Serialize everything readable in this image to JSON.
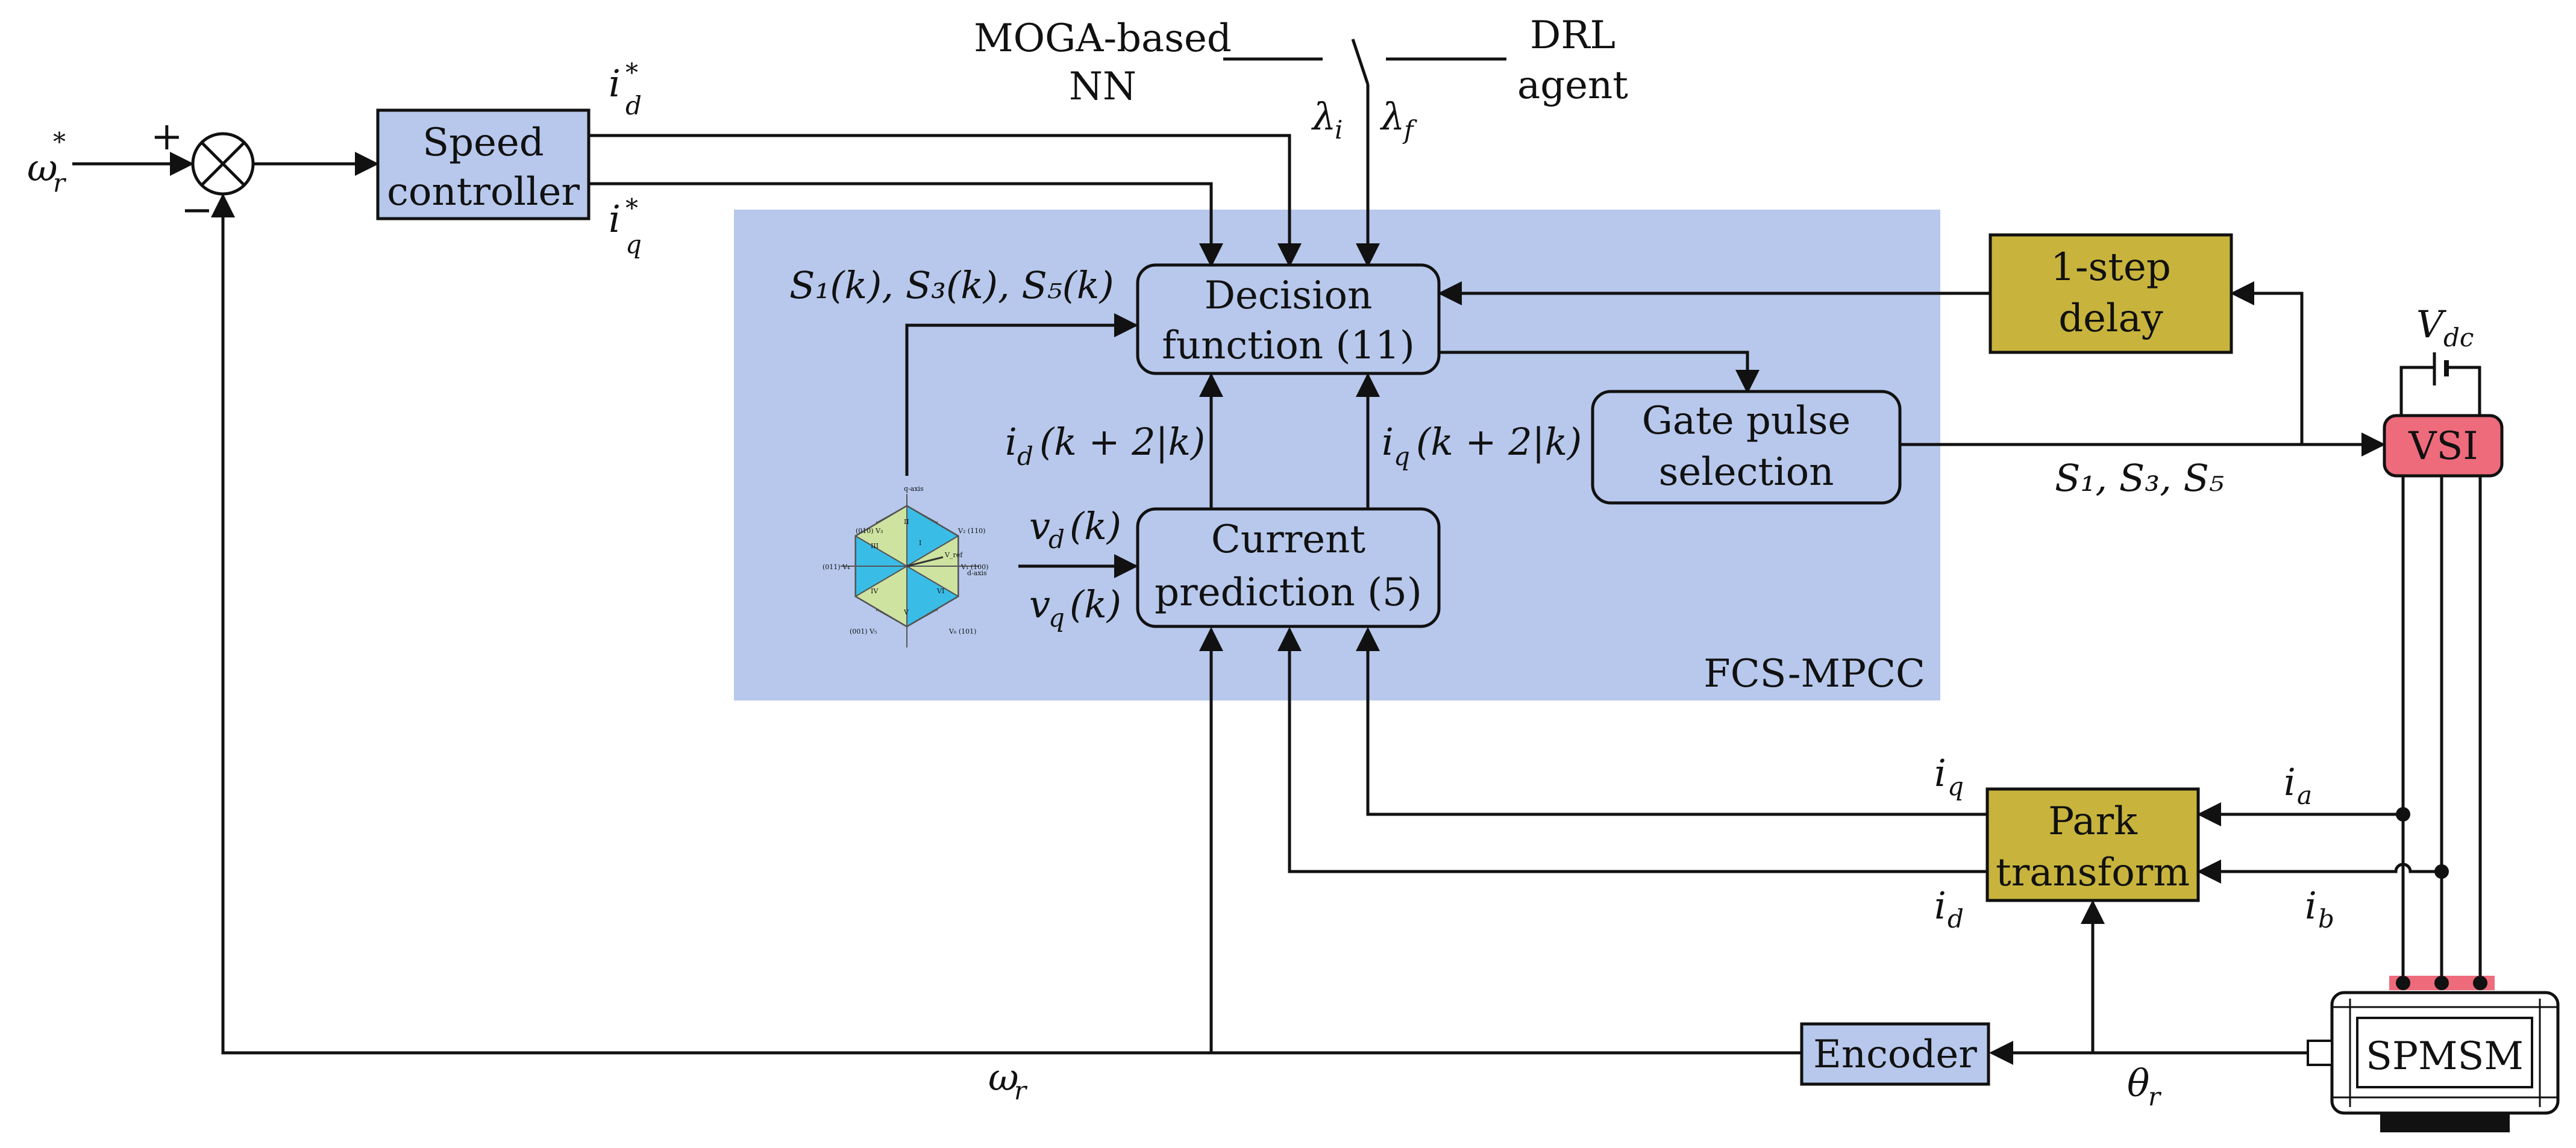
{
  "labels": {
    "omega_ref": "ω",
    "omega_ref_sup": "*",
    "omega_ref_sub": "r",
    "plus": "+",
    "minus": "−",
    "id_ref": "i",
    "id_ref_sup": "*",
    "id_ref_sub": "d",
    "iq_ref": "i",
    "iq_ref_sup": "*",
    "iq_ref_sub": "q",
    "moga_line1": "MOGA-based",
    "moga_line2": "NN",
    "drl_line1": "DRL",
    "drl_line2": "agent",
    "lambda_i": "λ",
    "lambda_i_sub": "i",
    "lambda_f": "λ",
    "lambda_f_sub": "f",
    "switch_states": "S₁(k), S₃(k), S₅(k)",
    "id_pred": "i",
    "id_pred_sub": "d",
    "id_pred_rest": "(k + 2|k)",
    "iq_pred": "i",
    "iq_pred_sub": "q",
    "iq_pred_rest": "(k + 2|k)",
    "vd": "v",
    "vd_sub": "d",
    "vd_rest": "(k)",
    "vq": "v",
    "vq_sub": "q",
    "vq_rest": "(k)",
    "gate_out": "S₁, S₃, S₅",
    "vdc": "V",
    "vdc_sub": "dc",
    "fcs_mpcc": "FCS-MPCC",
    "iq_fb": "i",
    "iq_fb_sub": "q",
    "id_fb": "i",
    "id_fb_sub": "d",
    "ia": "i",
    "ia_sub": "a",
    "ib": "i",
    "ib_sub": "b",
    "omega_r": "ω",
    "omega_r_sub": "r",
    "theta_r": "θ",
    "theta_r_sub": "r"
  },
  "blocks": {
    "speed_controller": [
      "Speed",
      "controller"
    ],
    "decision_function": [
      "Decision",
      "function (11)"
    ],
    "current_prediction": [
      "Current",
      "prediction (5)"
    ],
    "gate_pulse": [
      "Gate pulse",
      "selection"
    ],
    "delay": [
      "1-step",
      "delay"
    ],
    "vsi": "VSI",
    "park": [
      "Park",
      "transform"
    ],
    "encoder": "Encoder",
    "spmsm": "SPMSM"
  },
  "hexagon": {
    "axis_q": "q-axis",
    "axis_d": "d-axis",
    "v1": "V₁ (100)",
    "v2": "V₂ (110)",
    "v3": "(010) V₃",
    "v4": "(011) V₄",
    "v5": "(001) V₅",
    "v6": "V₆ (101)",
    "sector_1": "I",
    "sector_2": "II",
    "sector_3": "III",
    "sector_4": "IV",
    "sector_5": "V",
    "sector_6": "VI",
    "vref": "V_ref"
  },
  "colors": {
    "block_blue": "#b7c8ec",
    "region_blue": "#b7c8ec",
    "block_olive": "#c8b43c",
    "vsi_red": "#ee6b7c",
    "white": "#ffffff",
    "hex_green": "#cfe3a1",
    "hex_cyan": "#39bde6"
  }
}
